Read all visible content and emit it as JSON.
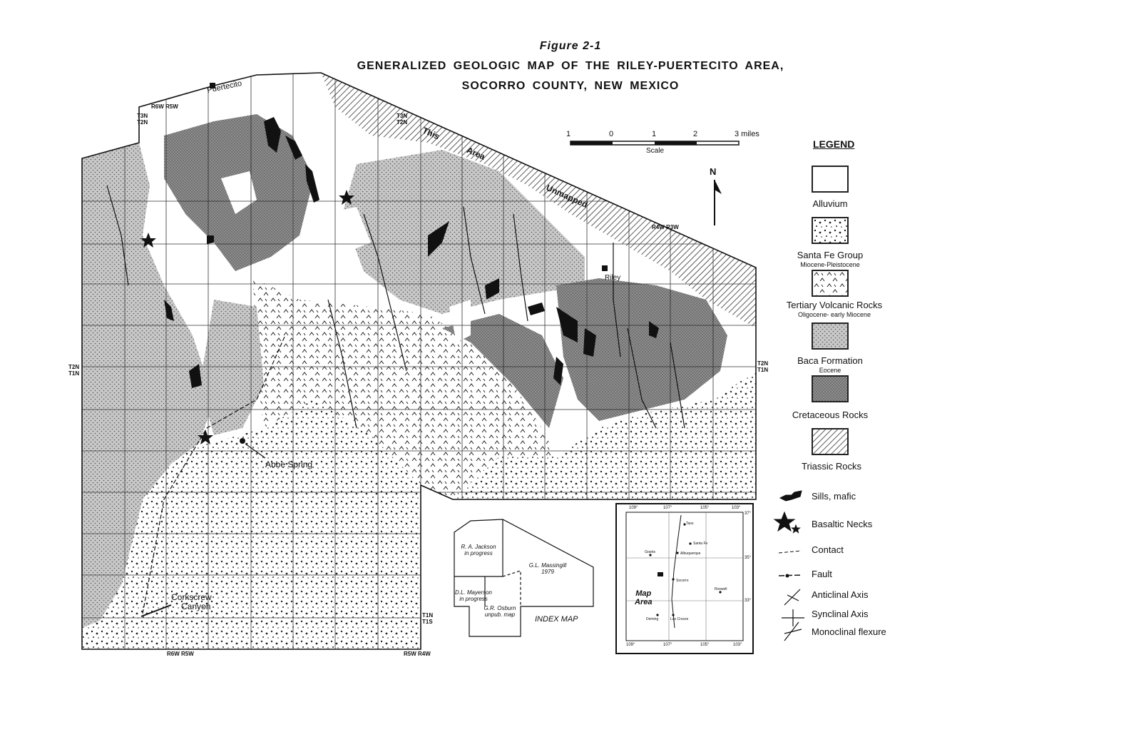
{
  "figure_label": "Figure 2-1",
  "title_line1": "GENERALIZED   GEOLOGIC MAP OF THE RILEY-PUERTECITO AREA,",
  "title_line2": "SOCORRO  COUNTY, NEW MEXICO",
  "scale": {
    "ticks": [
      "1",
      "0",
      "1",
      "2",
      "3 miles"
    ],
    "label": "Scale"
  },
  "north_label": "N",
  "map_labels": {
    "puertecito": "Puertecito",
    "riley": "Riley",
    "abbe_spring": "Abbe Spring",
    "corkscrew_line1": "Corkscrew",
    "corkscrew_line2": "Canyon",
    "this": "This",
    "area": "Area",
    "unmapped": "Unmapped"
  },
  "township_labels": {
    "r6w_r5w_top": "R6W  R5W",
    "t3n_t2n_left": "T3N\nT2N",
    "t3n_t2n_mid": "T3N\nT2N",
    "r4w_r3w": "R4W       R3W",
    "t2n_t1n_left": "T2N\nT1N",
    "t2n_t1n_right": "T2N\nT1N",
    "t1n_t1s": "T1N\nT1S",
    "r6w_r5w_bottom": "R6W  R5W",
    "r5w_r4w_bottom": "R5W  R4W"
  },
  "legend": {
    "title": "LEGEND",
    "units": [
      {
        "name": "Alluvium",
        "age": "",
        "pattern": "blank"
      },
      {
        "name": "Santa Fe Group",
        "age": "Miocene-Pleistocene",
        "pattern": "dots"
      },
      {
        "name": "Tertiary Volcanic Rocks",
        "age": "Oligocene- early Miocene",
        "pattern": "carets"
      },
      {
        "name": "Baca Formation",
        "age": "Eocene",
        "pattern": "stipple"
      },
      {
        "name": "Cretaceous Rocks",
        "age": "",
        "pattern": "dense-stipple"
      },
      {
        "name": "Triassic Rocks",
        "age": "",
        "pattern": "hatch"
      }
    ],
    "symbols": [
      {
        "name": "Sills, mafic",
        "icon": "sill-icon"
      },
      {
        "name": "Basaltic Necks",
        "icon": "star-icon"
      },
      {
        "name": "Contact",
        "icon": "contact-line-icon"
      },
      {
        "name": "Fault",
        "icon": "fault-line-icon"
      },
      {
        "name": "Anticlinal Axis",
        "icon": "anticline-icon"
      },
      {
        "name": "Synclinal Axis",
        "icon": "syncline-icon"
      },
      {
        "name": "Monoclinal flexure",
        "icon": "monocline-icon"
      }
    ]
  },
  "index_map": {
    "title": "INDEX MAP",
    "jackson": "R. A. Jackson\nin progress",
    "massingill": "G.L. Massingill\n1979",
    "mayerson": "D.L. Mayerson\nin progress",
    "osburn": "G.R. Osburn\nunpub. map"
  },
  "location_map": {
    "top_longitudes": [
      "109°",
      "107°",
      "105°",
      "103°"
    ],
    "bottom_longitudes": [
      "109°",
      "107°",
      "105°",
      "103°"
    ],
    "latitudes": [
      "37°",
      "35°",
      "33°"
    ],
    "cities": [
      "Taos",
      "Santa Fe",
      "Albuquerque",
      "Socorro",
      "Roswell",
      "Grants",
      "Deming",
      "Las Cruces"
    ],
    "map_area_label": "Map\nArea"
  },
  "colors": {
    "ink": "#111111",
    "gray_fill": "#9a9a9a",
    "dark_fill": "#7d7d7d",
    "paper": "#ffffff"
  }
}
